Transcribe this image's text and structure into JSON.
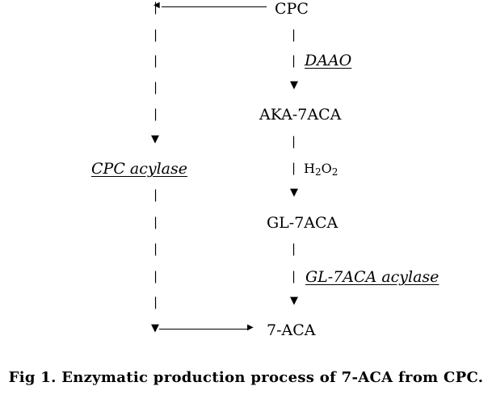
{
  "nodes": {
    "cpc": "CPC",
    "aka_7aca": "AKA-7ACA",
    "gl_7aca": "GL-7ACA",
    "seven_aca": "7-ACA"
  },
  "enzymes": {
    "daao": "DAAO",
    "cpc_acylase": "CPC acylase",
    "gl_7aca_acylase": "GL-7ACA acylase"
  },
  "reagent": {
    "h2o2_prefix": "H",
    "h2o2_sub1": "2",
    "h2o2_mid": "O",
    "h2o2_sub2": "2"
  },
  "caption": "Fig 1. Enzymatic production process of 7-ACA from CPC."
}
